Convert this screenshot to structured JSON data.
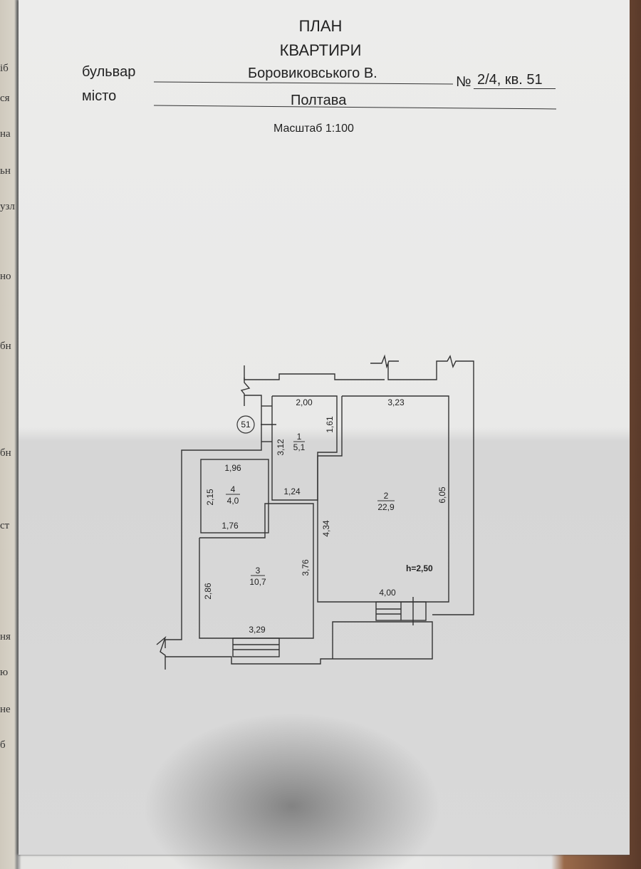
{
  "header": {
    "title_line1": "ПЛАН",
    "title_line2": "КВАРТИРИ",
    "street_label": "бульвар",
    "street_value": "Боровиковського В.",
    "number_label": "№",
    "number_value": "2/4, кв. 51",
    "city_label": "місто",
    "city_value": "Полтава",
    "scale": "Масштаб 1:100"
  },
  "left_page_fragments": [
    "іб",
    "ся",
    "на",
    "ьн",
    "узл",
    "но",
    "бн",
    "бн",
    "ст",
    "ня",
    "ю",
    "не",
    "б"
  ],
  "plan": {
    "apartment_marker": "51",
    "ceiling_height": "h=2,50",
    "ceiling_color": "#2a4fa0",
    "rooms": [
      {
        "number": "1",
        "area": "5,1",
        "dims": [
          "2,00",
          "1,61",
          "3,12",
          "1,24"
        ]
      },
      {
        "number": "2",
        "area": "22,9",
        "dims": [
          "3,23",
          "6,05",
          "4,34",
          "4,00"
        ]
      },
      {
        "number": "3",
        "area": "10,7",
        "dims": [
          "3,76",
          "2,86",
          "3,29"
        ]
      },
      {
        "number": "4",
        "area": "4,0",
        "dims": [
          "1,96",
          "2,15",
          "1,76"
        ]
      }
    ]
  }
}
